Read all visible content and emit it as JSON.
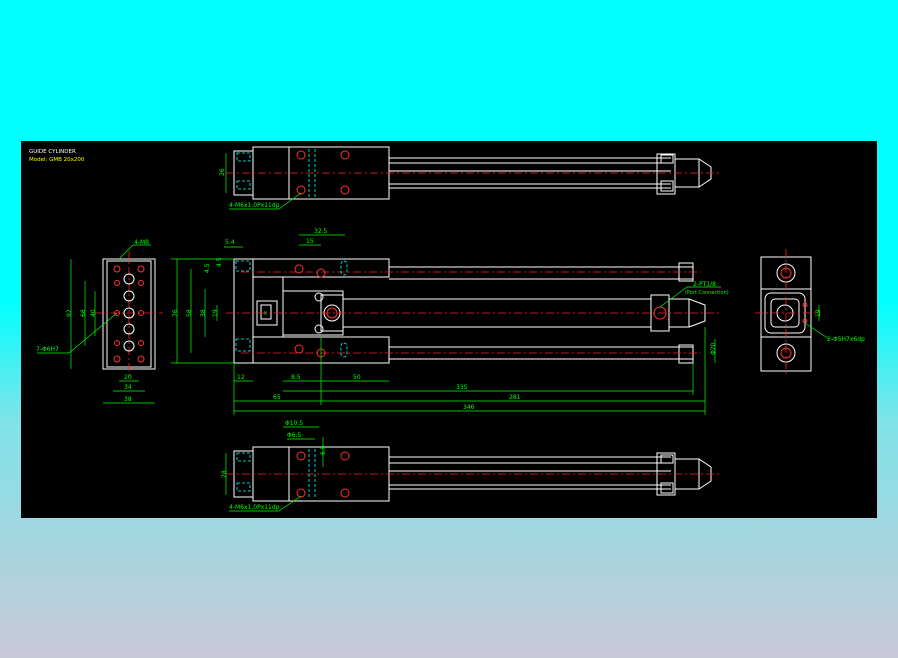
{
  "title_block": {
    "line1": "GUIDE CYLINDER",
    "line2": "Model: GMB 20x200"
  },
  "dimensions": {
    "top_view": {
      "height": "26",
      "holes_note": "4-M6x1.0Px11dp"
    },
    "front": {
      "d_5_4": "5.4",
      "d_15": "15",
      "d_32_5": "32.5",
      "d_4_5_a": "4.5",
      "d_4_5_b": "4.5",
      "d_76": "76",
      "d_58": "58",
      "d_38": "38",
      "d_19": "19",
      "d_12": "12",
      "d_8_5": "8.5",
      "d_50": "50",
      "d_335": "335",
      "d_65": "65",
      "d_281": "281",
      "d_346": "346",
      "d_phi20": "Φ20",
      "port_note": "2-PT1/8",
      "port_sub": "(Port Connection)"
    },
    "side": {
      "d_4_m8": "4-M8",
      "d_92": "92",
      "d_68": "68",
      "d_40": "40",
      "d_7_phi6h7": "7-Φ6H7",
      "d_20": "20",
      "d_34": "34",
      "d_38": "38"
    },
    "end": {
      "d_19": "19",
      "note": "2-Φ5H7x6dp"
    },
    "bottom_view": {
      "d_phi10_5": "Φ10.5",
      "d_phi6_5": "Φ6.5",
      "d_6_5": "6.5",
      "height": "28",
      "holes_note": "4-M6x1.0Px11dp"
    }
  },
  "colors": {
    "background": "#00ffff",
    "drawing_bg": "#000000",
    "outline": "#ffffff",
    "dimension": "#00ff00",
    "center_line": "#ff2020",
    "hidden": "#00ffff",
    "title": "#ffff00"
  }
}
